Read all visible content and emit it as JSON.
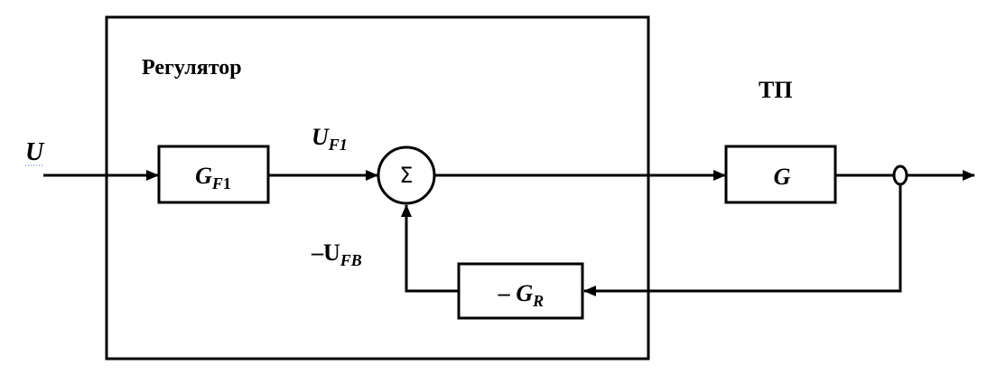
{
  "regulator": {
    "title": "Регулятор"
  },
  "plant": {
    "title": "ТП"
  },
  "signals": {
    "input": "U",
    "uf1_main": "U",
    "uf1_sub": "F1",
    "feedback_prefix": "–U",
    "feedback_sub": "FB"
  },
  "blocks": {
    "gf1_main": "G",
    "gf1_sub_f": "F",
    "gf1_sub_1": "1",
    "summer": "Σ",
    "g": "G",
    "gr_prefix": "– G",
    "gr_sub": "R"
  },
  "colors": {
    "stroke": "#000000",
    "background": "#ffffff",
    "input_underline": "#4a6fd8"
  }
}
